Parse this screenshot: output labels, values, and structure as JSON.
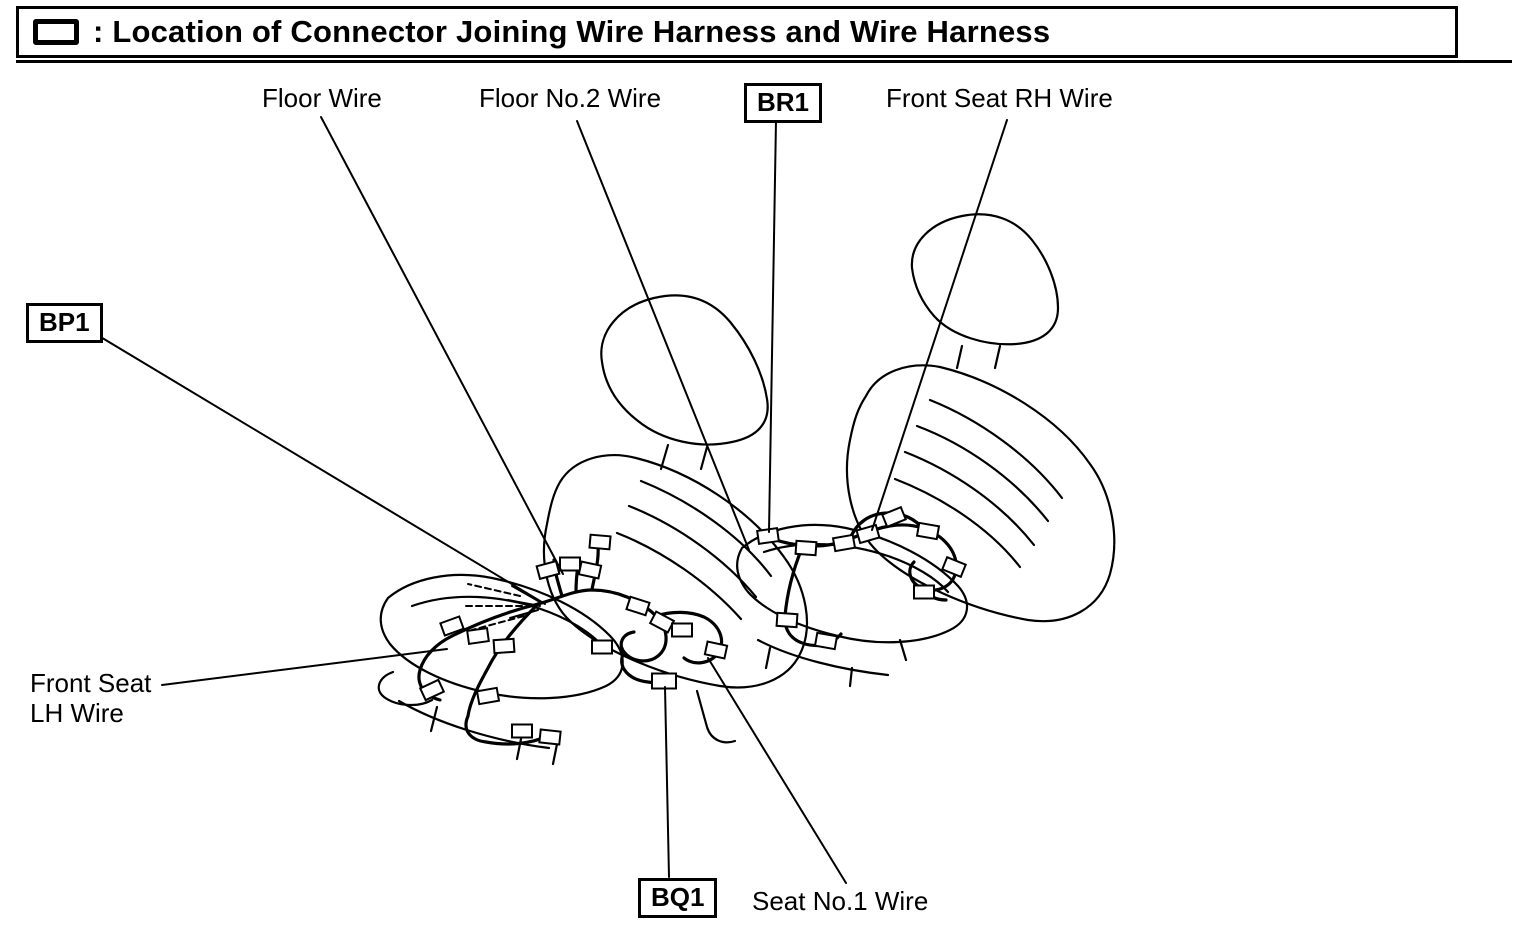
{
  "header": {
    "title": ": Location of Connector Joining Wire Harness and Wire Harness"
  },
  "labels": {
    "floor_wire": "Floor Wire",
    "floor_no2_wire": "Floor No.2 Wire",
    "br1": "BR1",
    "front_seat_rh_wire": "Front Seat RH Wire",
    "bp1": "BP1",
    "front_seat_lh_line1": "Front Seat",
    "front_seat_lh_line2": "LH Wire",
    "bq1": "BQ1",
    "seat_no1_wire": "Seat No.1 Wire"
  },
  "colors": {
    "ink": "#000000",
    "background": "#ffffff"
  }
}
